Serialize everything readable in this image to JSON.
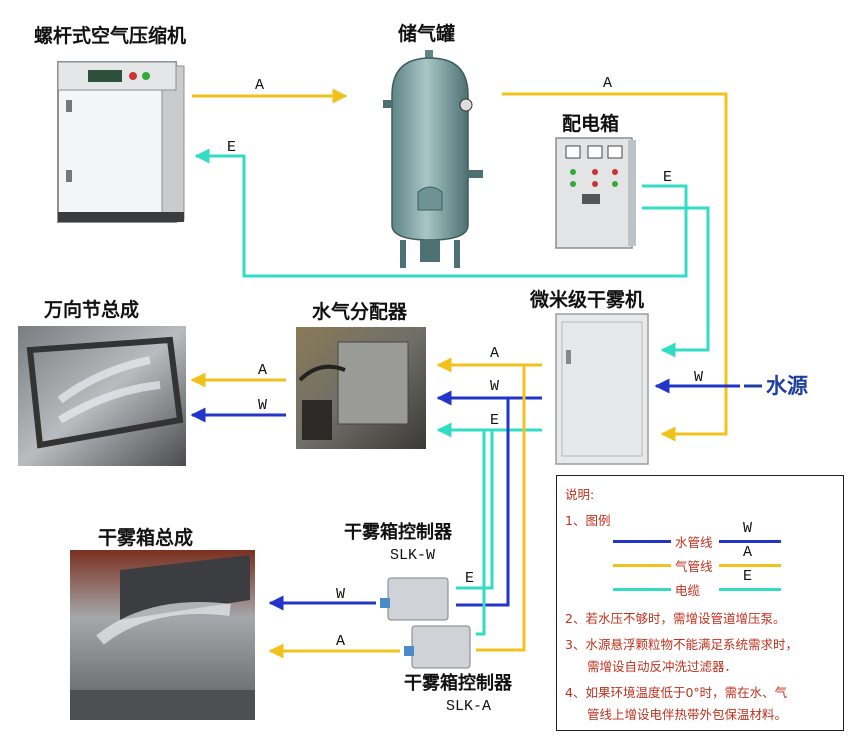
{
  "colors": {
    "air": "#f2c21c",
    "water": "#2235c8",
    "cable": "#33dcc4",
    "legend_text": "#c0301e"
  },
  "nodes": {
    "compressor": "螺杆式空气压缩机",
    "tank": "储气罐",
    "cabinet": "配电箱",
    "joint": "万向节总成",
    "distributor": "水气分配器",
    "fogger": "微米级干雾机",
    "fogbox": "干雾箱总成",
    "ctrl_w": "干雾箱控制器",
    "ctrl_w_model": "SLK-W",
    "ctrl_a": "干雾箱控制器",
    "ctrl_a_model": "SLK-A",
    "water_source": "水源"
  },
  "line_codes": {
    "air": "A",
    "water": "W",
    "cable": "E"
  },
  "legend": {
    "title": "说明:",
    "item1": "1、图例",
    "water_label": "水管线",
    "air_label": "气管线",
    "cable_label": "电缆",
    "note2": "2、若水压不够时，需增设管道增压泵。",
    "note3a": "3、水源悬浮颗粒物不能满足系统需求时，",
    "note3b": "需增设自动反冲洗过滤器．",
    "note4a": "4、如果环境温度低于0°时，需在水、气",
    "note4b": "管线上增设电伴热带外包保温材料。"
  }
}
